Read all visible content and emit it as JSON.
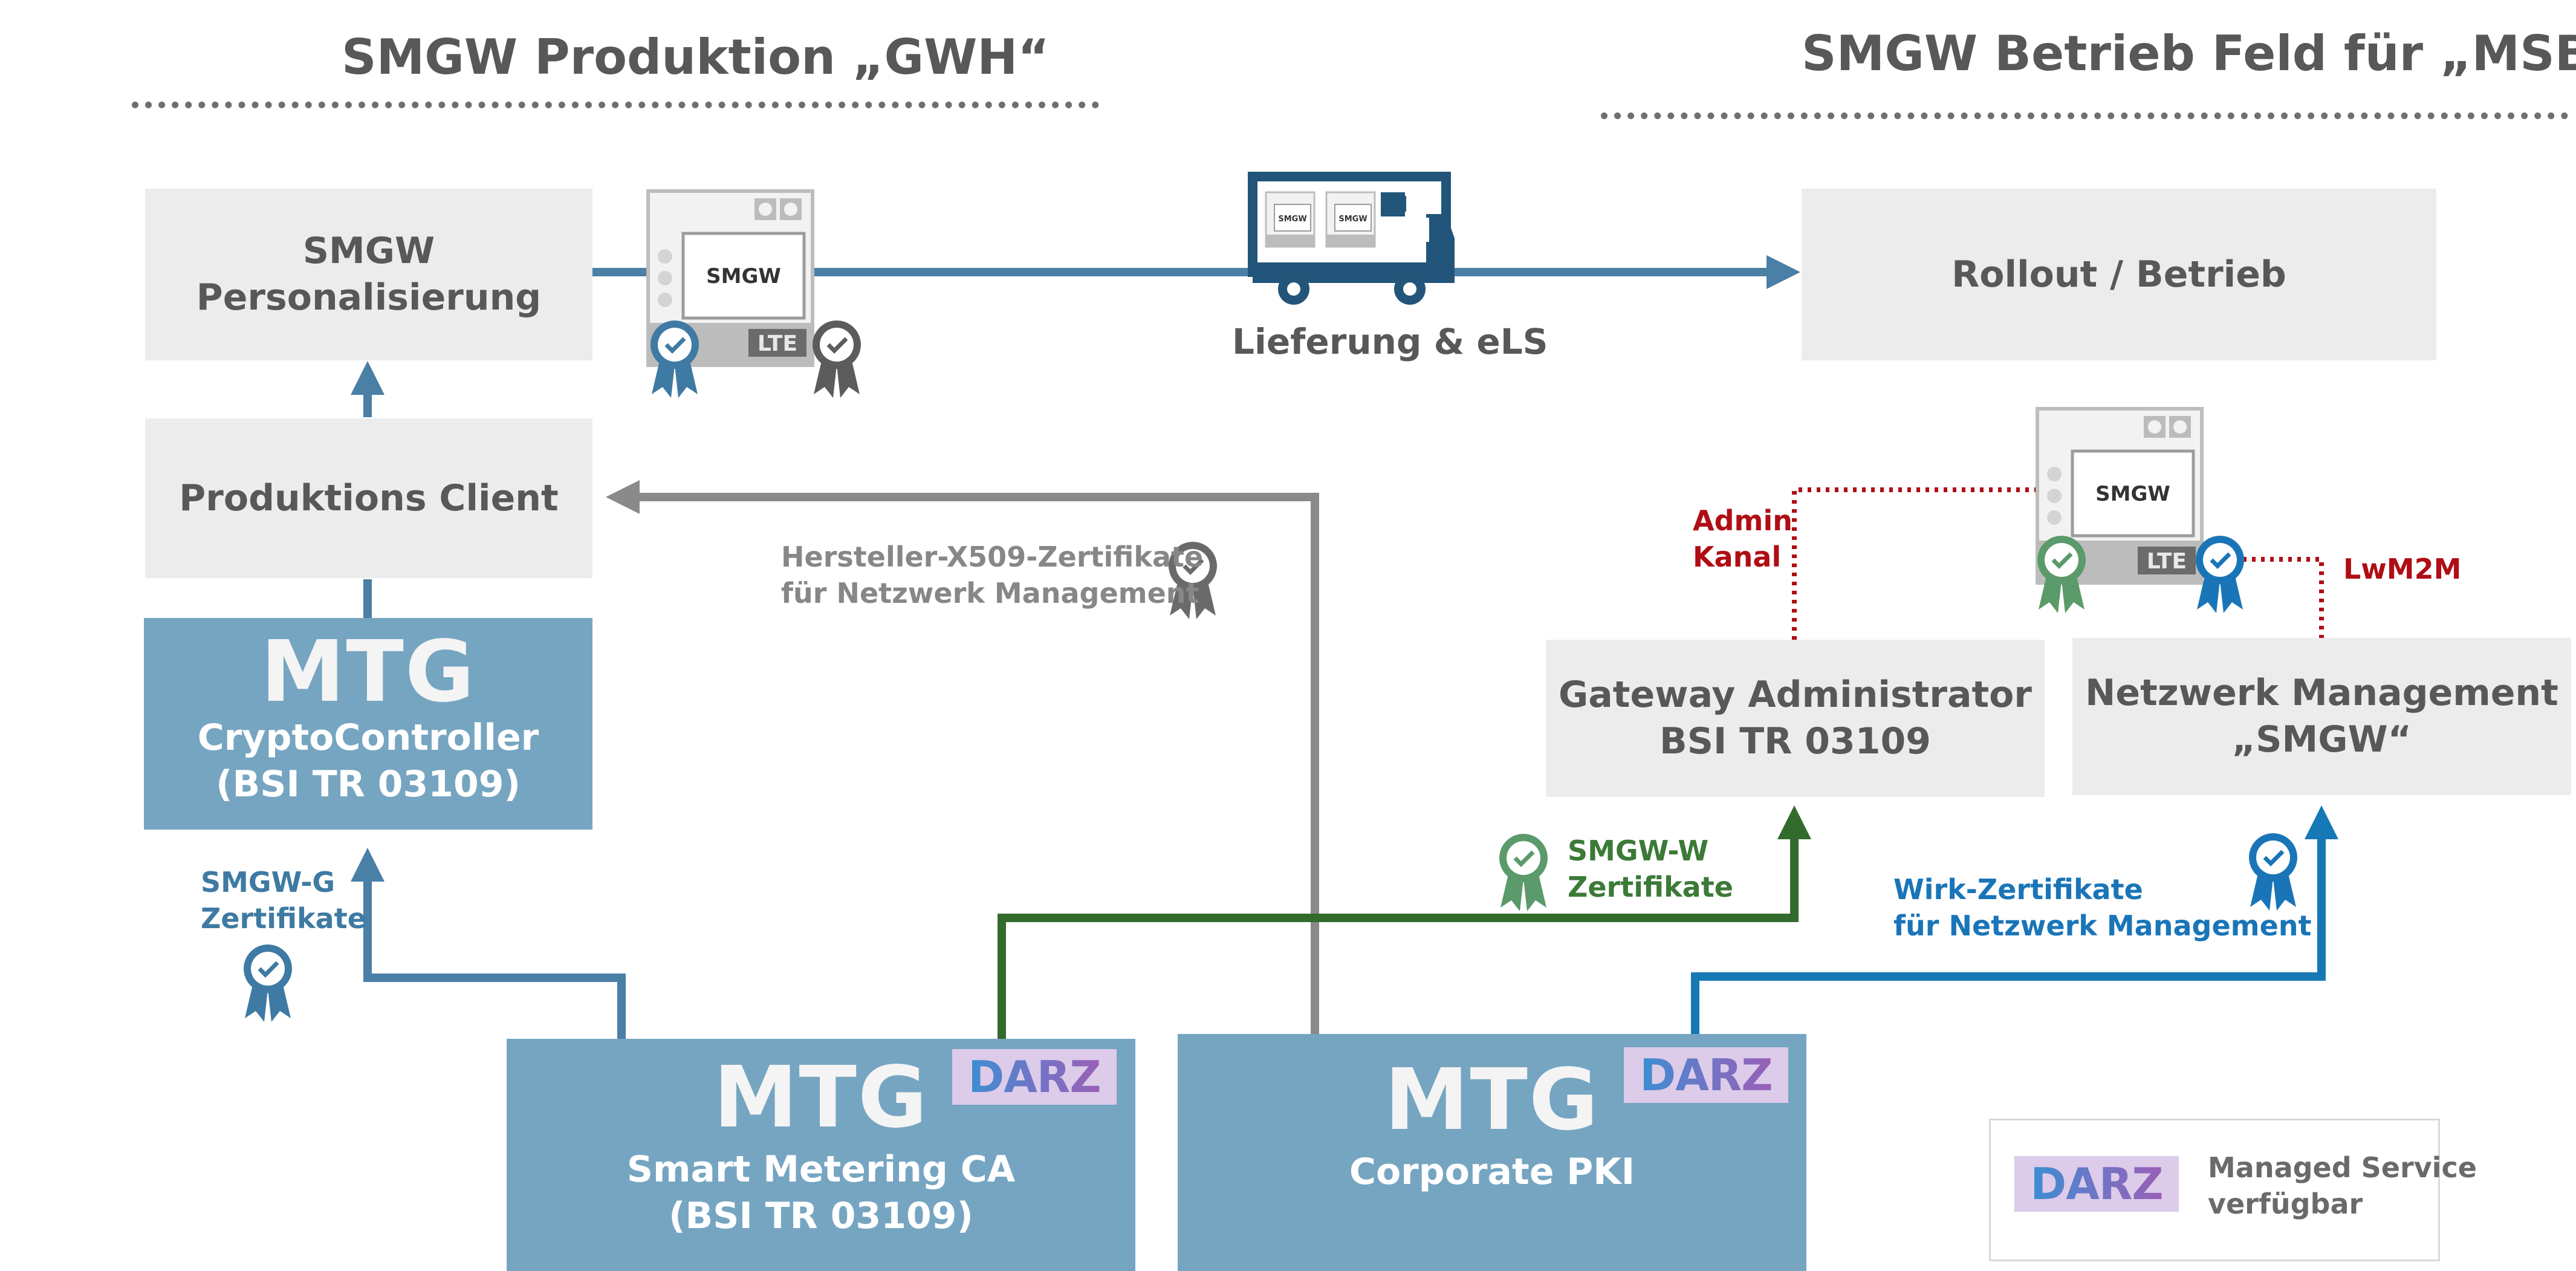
{
  "sections": {
    "left_title": "SMGW Produktion „GWH“",
    "right_title": "SMGW Betrieb Feld für „MSB“"
  },
  "boxes": {
    "personalisierung": [
      "SMGW",
      "Personalisierung"
    ],
    "produktions_client": "Produktions Client",
    "rollout": "Rollout / Betrieb",
    "gateway_admin": [
      "Gateway Administrator",
      "BSI TR 03109"
    ],
    "netzwerk_mgmt": [
      "Netzwerk Management",
      "„SMGW“"
    ]
  },
  "blue_boxes": {
    "crypto": {
      "brand": "MTG",
      "lines": [
        "CryptoController",
        "(BSI TR 03109)"
      ]
    },
    "sm_ca": {
      "brand": "MTG",
      "lines": [
        "Smart Metering CA",
        "(BSI TR 03109)"
      ],
      "badge": "DARZ"
    },
    "corporate_pki": {
      "brand": "MTG",
      "lines": [
        "Corporate PKI"
      ],
      "badge": "DARZ"
    }
  },
  "devices": {
    "label": "SMGW",
    "lte": "LTE"
  },
  "truck": {
    "caption": "Lieferung & eLS",
    "box_label": "SMGW"
  },
  "labels": {
    "hersteller": [
      "Hersteller-X509-Zertifikate",
      "für Netzwerk Management"
    ],
    "smgw_g": [
      "SMGW-G",
      "Zertifikate"
    ],
    "smgw_w": [
      "SMGW-W",
      "Zertifikate"
    ],
    "wirk": [
      "Wirk-Zertifikate",
      "für Netzwerk Management"
    ],
    "admin_kanal": [
      "Admin",
      "Kanal"
    ],
    "lwm2m": "LwM2M"
  },
  "legend": {
    "badge": "DARZ",
    "text": [
      "Managed Service",
      "verfügbar"
    ]
  },
  "colors": {
    "flow_blue": "#4a7fa6",
    "grey_line": "#8a8a8a",
    "green_line": "#336b2c",
    "light_blue_line": "#1678b5",
    "red_dotted": "#b00d14",
    "box_grey": "#ececec",
    "box_blue": "#76a5c1",
    "badge_lilac": "#dccbe9"
  },
  "icons": [
    "certificate-badge-icon",
    "delivery-truck-icon",
    "smgw-device-icon",
    "arrow-head-icon"
  ]
}
